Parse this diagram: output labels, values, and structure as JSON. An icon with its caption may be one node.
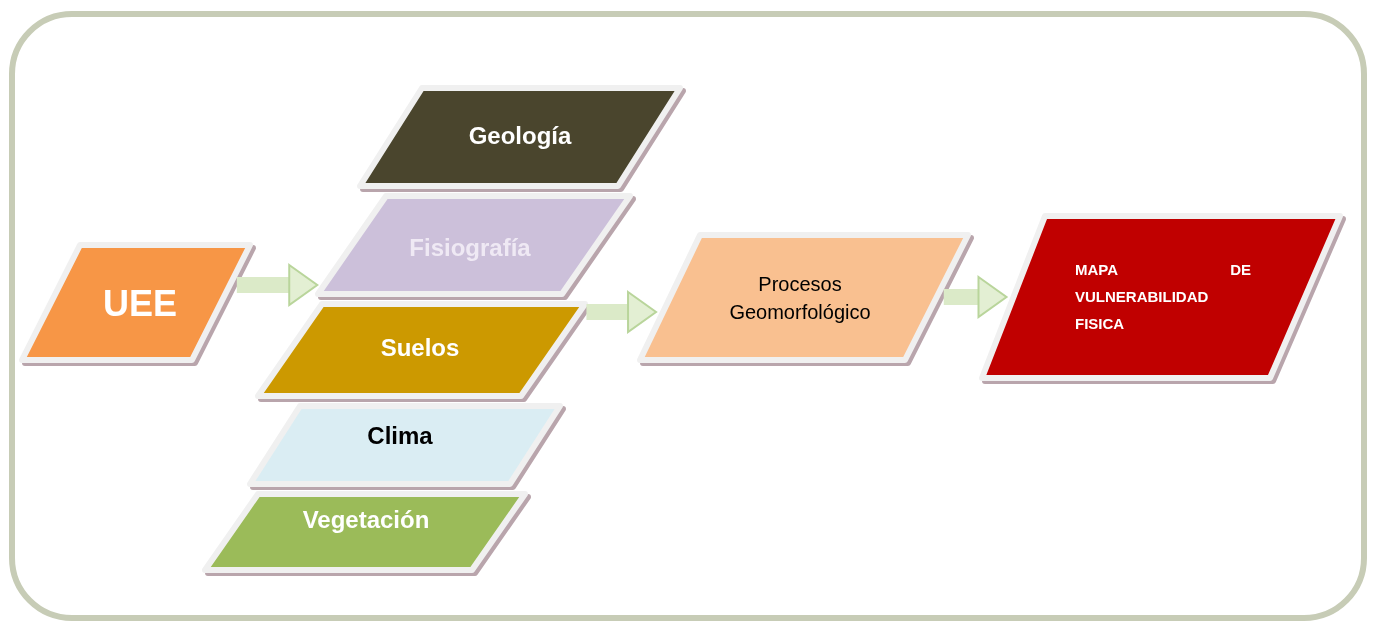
{
  "diagram": {
    "nodes": [
      {
        "text": [
          "UEE"
        ]
      },
      {
        "text": [
          "Geología"
        ]
      },
      {
        "text": [
          "Fisiografía"
        ]
      },
      {
        "text": [
          "Suelos"
        ]
      },
      {
        "text": [
          "Clima"
        ]
      },
      {
        "text": [
          "Vegetación"
        ]
      },
      {
        "text": [
          "Procesos Geomorfológico"
        ]
      },
      {
        "text": [
          "MAPA DE VULNERABILIDAD FISICA"
        ]
      }
    ],
    "edges": [
      {
        "from": 0,
        "to": 2,
        "arrow": "to"
      },
      {
        "from": 3,
        "to": 6,
        "arrow": "to"
      },
      {
        "from": 6,
        "to": 7,
        "arrow": "to"
      }
    ]
  }
}
